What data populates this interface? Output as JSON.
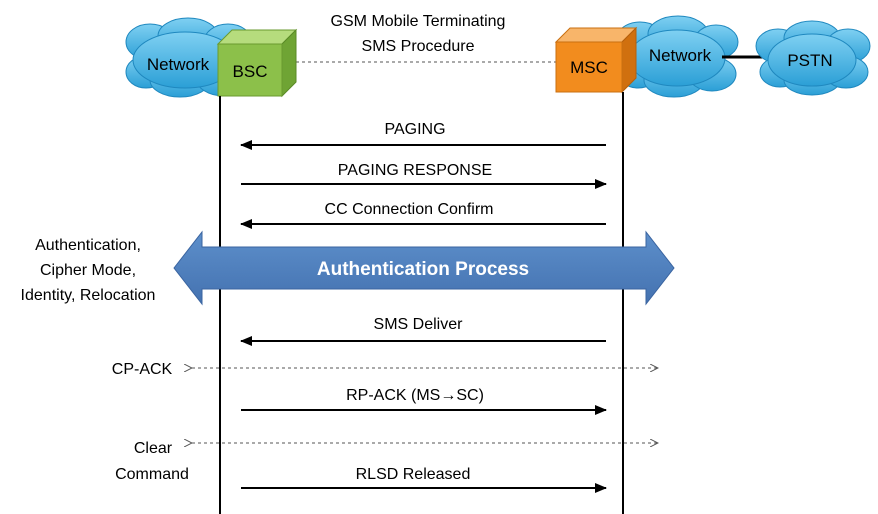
{
  "title": {
    "line1": "GSM Mobile Terminating",
    "line2": "SMS Procedure"
  },
  "nodes": {
    "network_left": "Network",
    "bsc": "BSC",
    "msc": "MSC",
    "network_right": "Network",
    "pstn": "PSTN"
  },
  "colors": {
    "cloud": "#43b2e4",
    "bsc": "#8cc04a",
    "msc": "#f28c1e",
    "band": "#4f81bd",
    "line": "#000000"
  },
  "messages": [
    {
      "label": "PAGING",
      "direction": "msc-to-bsc",
      "style": "solid"
    },
    {
      "label": "PAGING RESPONSE",
      "direction": "bsc-to-msc",
      "style": "solid"
    },
    {
      "label": "CC Connection Confirm",
      "direction": "msc-to-bsc",
      "style": "solid"
    },
    {
      "label": "SMS Deliver",
      "direction": "msc-to-bsc",
      "style": "solid"
    },
    {
      "label": "RP-ACK (MS→SC)",
      "direction": "bsc-to-msc",
      "style": "solid"
    },
    {
      "label": "RLSD Released",
      "direction": "bsc-to-msc",
      "style": "solid"
    }
  ],
  "band": {
    "label": "Authentication Process",
    "side_labels": [
      "Authentication,",
      "Cipher Mode,",
      "Identity, Relocation"
    ]
  },
  "dashed_exchanges": [
    {
      "lines": [
        "CP-ACK"
      ]
    },
    {
      "lines": [
        "Clear",
        "Command"
      ]
    }
  ]
}
